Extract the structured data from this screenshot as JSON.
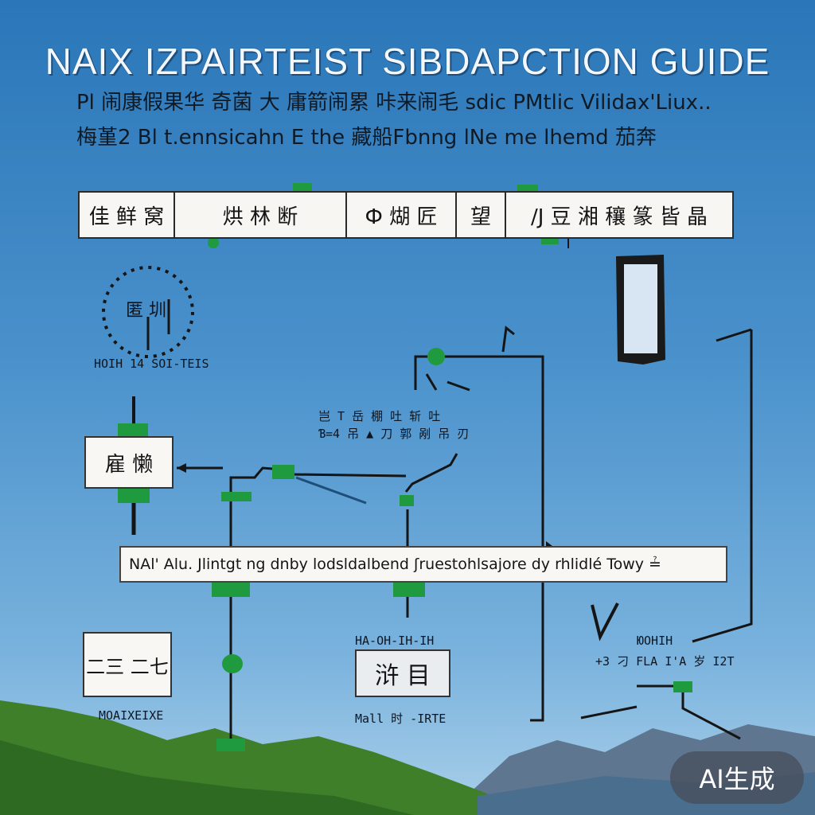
{
  "title": "NAIX IZPAIRTEIST SIBDAPCTION GUIDE",
  "subtitles": [
    "Pl 闹康假果华 奇菌 大 庸箭闹累 咔来闹毛 sdic  PMtlic Vilidax'Liux..",
    "梅堇2 Bl t.ennsicahn E the 藏船Fbnng lNe me lhemd  茄奔"
  ],
  "header_cells": [
    "佳 鲜 窝",
    "烘 林 断",
    "Ф 煳 匠",
    "望",
    "/J 豆 湘 穰 篆 皆 晶"
  ],
  "left_top": {
    "glyph": "匿 圳",
    "caption": "HOIH 14 SOI-TEIS"
  },
  "left_box": "雇 懒",
  "mid_label": [
    "岂 Т 岳 棚 吐  斩 吐",
    "Ɓ=4 吊 ▲ 刀 郭 剐 吊 刃"
  ],
  "note_bar": "NAl' Alu. Jlintgt ng dnby lodsldalbend ʃruestohlsajore  dy rhlidlé Towy     ≟",
  "bottom_left": {
    "glyph": "二三 二七",
    "caption": "MOAIXEIXE"
  },
  "bottom_mid": {
    "top": "HA-OH-IH-IH",
    "glyph": "浒 目",
    "caption": "Mall 时 -IRTE"
  },
  "bottom_right": {
    "top": "ЮOHIH",
    "line": "+3 刁 FLA I'A 岁 I2T"
  },
  "badge": "AI生成",
  "colors": {
    "sky_top": "#2a76b8",
    "sky_bottom": "#a9cfe9",
    "connector_green": "#1f9a3e",
    "hill_green": "#3f7f2a",
    "line": "#151515"
  },
  "icons": [
    "circular-ring-icon",
    "phone-frame-icon",
    "arrow-icon",
    "green-node-icon"
  ]
}
